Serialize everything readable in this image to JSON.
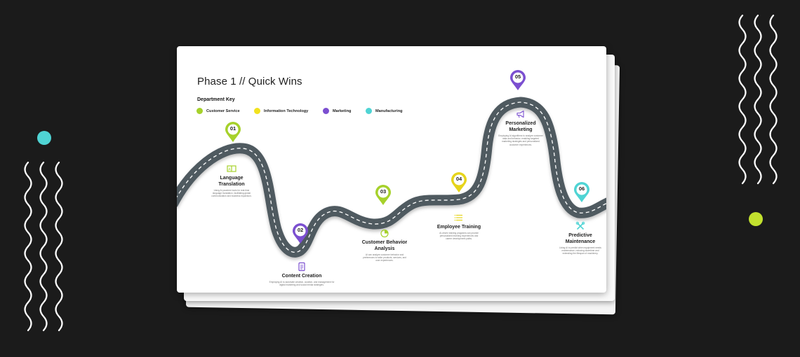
{
  "title": "Phase 1 // Quick Wins",
  "key": {
    "title": "Department Key",
    "items": [
      {
        "label": "Customer Service",
        "color": "#a6d12b"
      },
      {
        "label": "Information Technology",
        "color": "#f2e21e"
      },
      {
        "label": "Marketing",
        "color": "#7b4fd0"
      },
      {
        "label": "Manufacturing",
        "color": "#4fd4d4"
      }
    ]
  },
  "steps": [
    {
      "num": "01",
      "name": "Language Translation",
      "icon": "language-translation-icon",
      "color": "#a6d12b",
      "desc": "Using AI-powered tools for real-time language translation, facilitating global communication and business expansion."
    },
    {
      "num": "02",
      "name": "Content Creation",
      "icon": "document-icon",
      "color": "#7b4fd0",
      "desc": "Employing AI to automate creation, curation, and management for digital marketing and social media strategies."
    },
    {
      "num": "03",
      "name": "Customer Behavior Analysis",
      "icon": "pie-chart-icon",
      "color": "#a6d12b",
      "desc": "AI can analyze customer behavior and preferences to tailor products, services, and user experiences."
    },
    {
      "num": "04",
      "name": "Employee Training",
      "icon": "list-icon",
      "color": "#f2e21e",
      "desc": "AI-driven training programs can provide personalized learning experiences and career development paths."
    },
    {
      "num": "05",
      "name": "Personalized Marketing",
      "icon": "megaphone-icon",
      "color": "#7b4fd0",
      "desc": "Employing AI algorithms to analyze customer data and behavior, enabling targeted marketing strategies and personalized customer experiences."
    },
    {
      "num": "06",
      "name": "Predictive Maintenance",
      "icon": "tools-icon",
      "color": "#4fd4d4",
      "desc": "Using AI to predict when equipment needs maintenance, reducing downtime and extending the lifespan of machinery."
    }
  ],
  "decor": {
    "cyan": "#4fd4d4",
    "lime": "#c2e12e"
  }
}
